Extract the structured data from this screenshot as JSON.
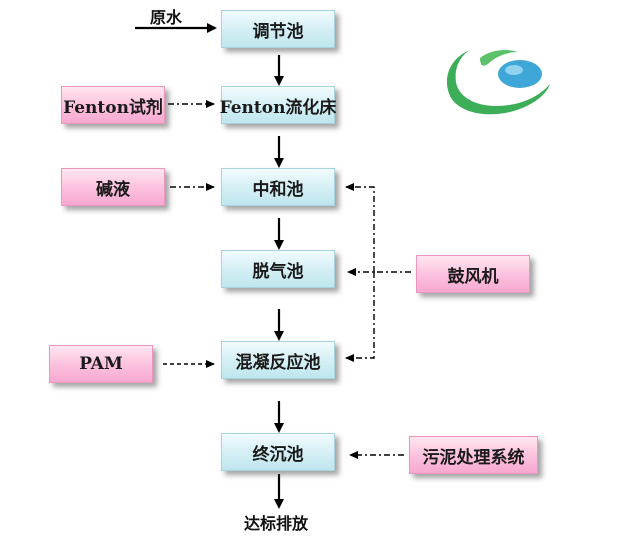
{
  "source_label": "原水",
  "output_label": "达标排放",
  "process_steps": [
    {
      "id": "regulating-tank",
      "label": "调节池"
    },
    {
      "id": "fenton-fluidized-bed",
      "label": "Fenton流化床"
    },
    {
      "id": "neutralization-tank",
      "label": "中和池"
    },
    {
      "id": "degassing-tank",
      "label": "脱气池"
    },
    {
      "id": "coagulation-tank",
      "label": "混凝反应池"
    },
    {
      "id": "final-settling-tank",
      "label": "终沉池"
    }
  ],
  "inputs": {
    "fenton_reagent": "Fenton试剂",
    "alkali": "碱液",
    "pam": "PAM",
    "blower": "鼓风机",
    "sludge_system": "污泥处理系统"
  },
  "colors": {
    "process_fill": "#d8f1f6",
    "input_fill": "#fcc3df",
    "logo_green": "#3bae57",
    "logo_blue": "#3fa6d8"
  }
}
